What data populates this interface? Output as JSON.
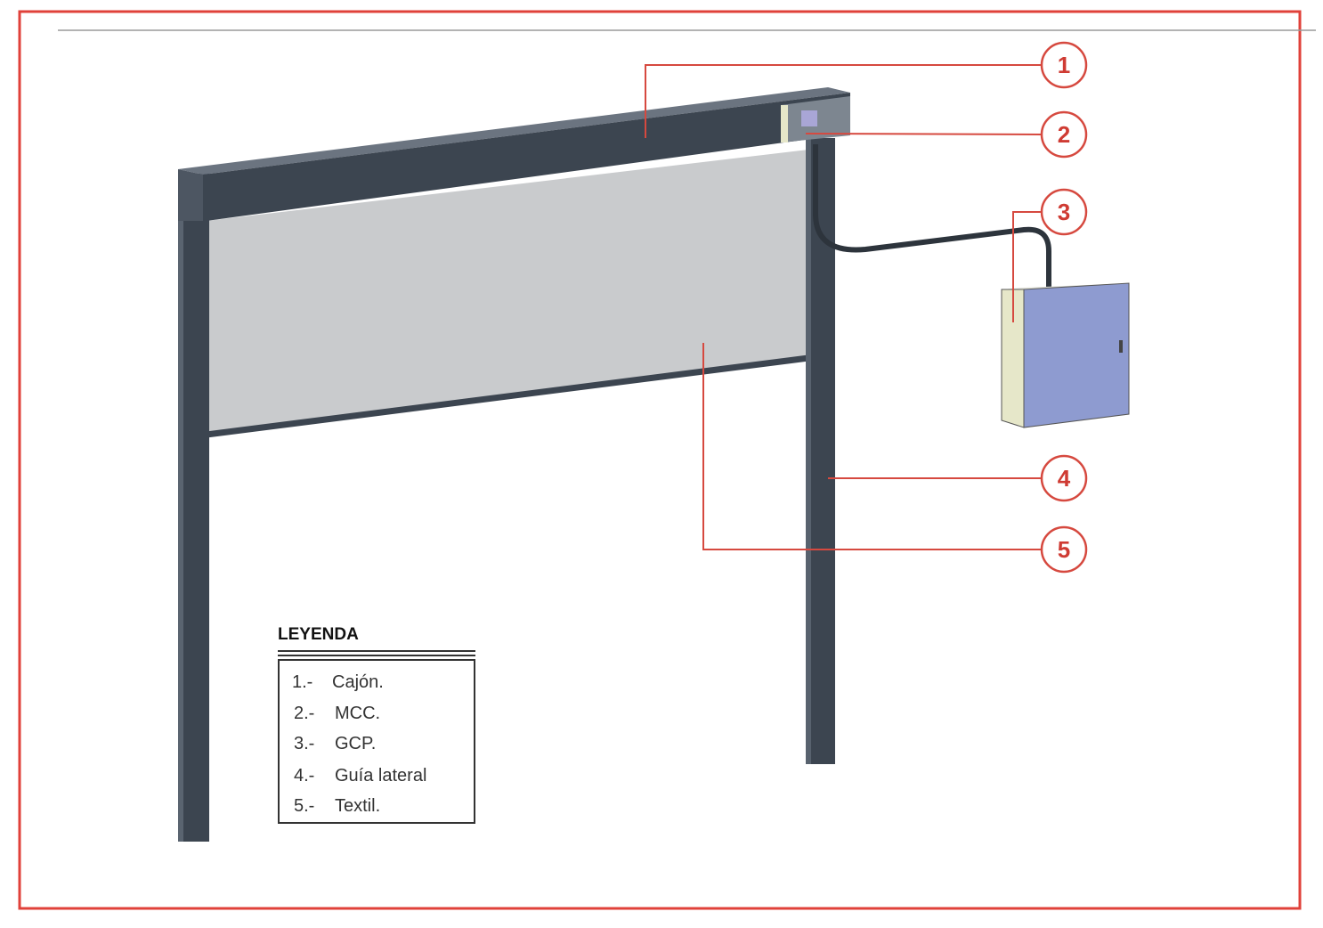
{
  "callouts": [
    "1",
    "2",
    "3",
    "4",
    "5"
  ],
  "legend": {
    "title": "LEYENDA",
    "items": [
      {
        "num": "1.-",
        "label": "Cajón."
      },
      {
        "num": "2.-",
        "label": "MCC."
      },
      {
        "num": "3.-",
        "label": "GCP."
      },
      {
        "num": "4.-",
        "label": "Guía lateral"
      },
      {
        "num": "5.-",
        "label": "Textil."
      }
    ]
  },
  "colors": {
    "frame": "#e0413a",
    "callout": "#d6493f",
    "steel": "#3c4550",
    "textile": "#c9cbcd",
    "panel_front": "#8e9bd0",
    "panel_side": "#e6e7c9"
  }
}
